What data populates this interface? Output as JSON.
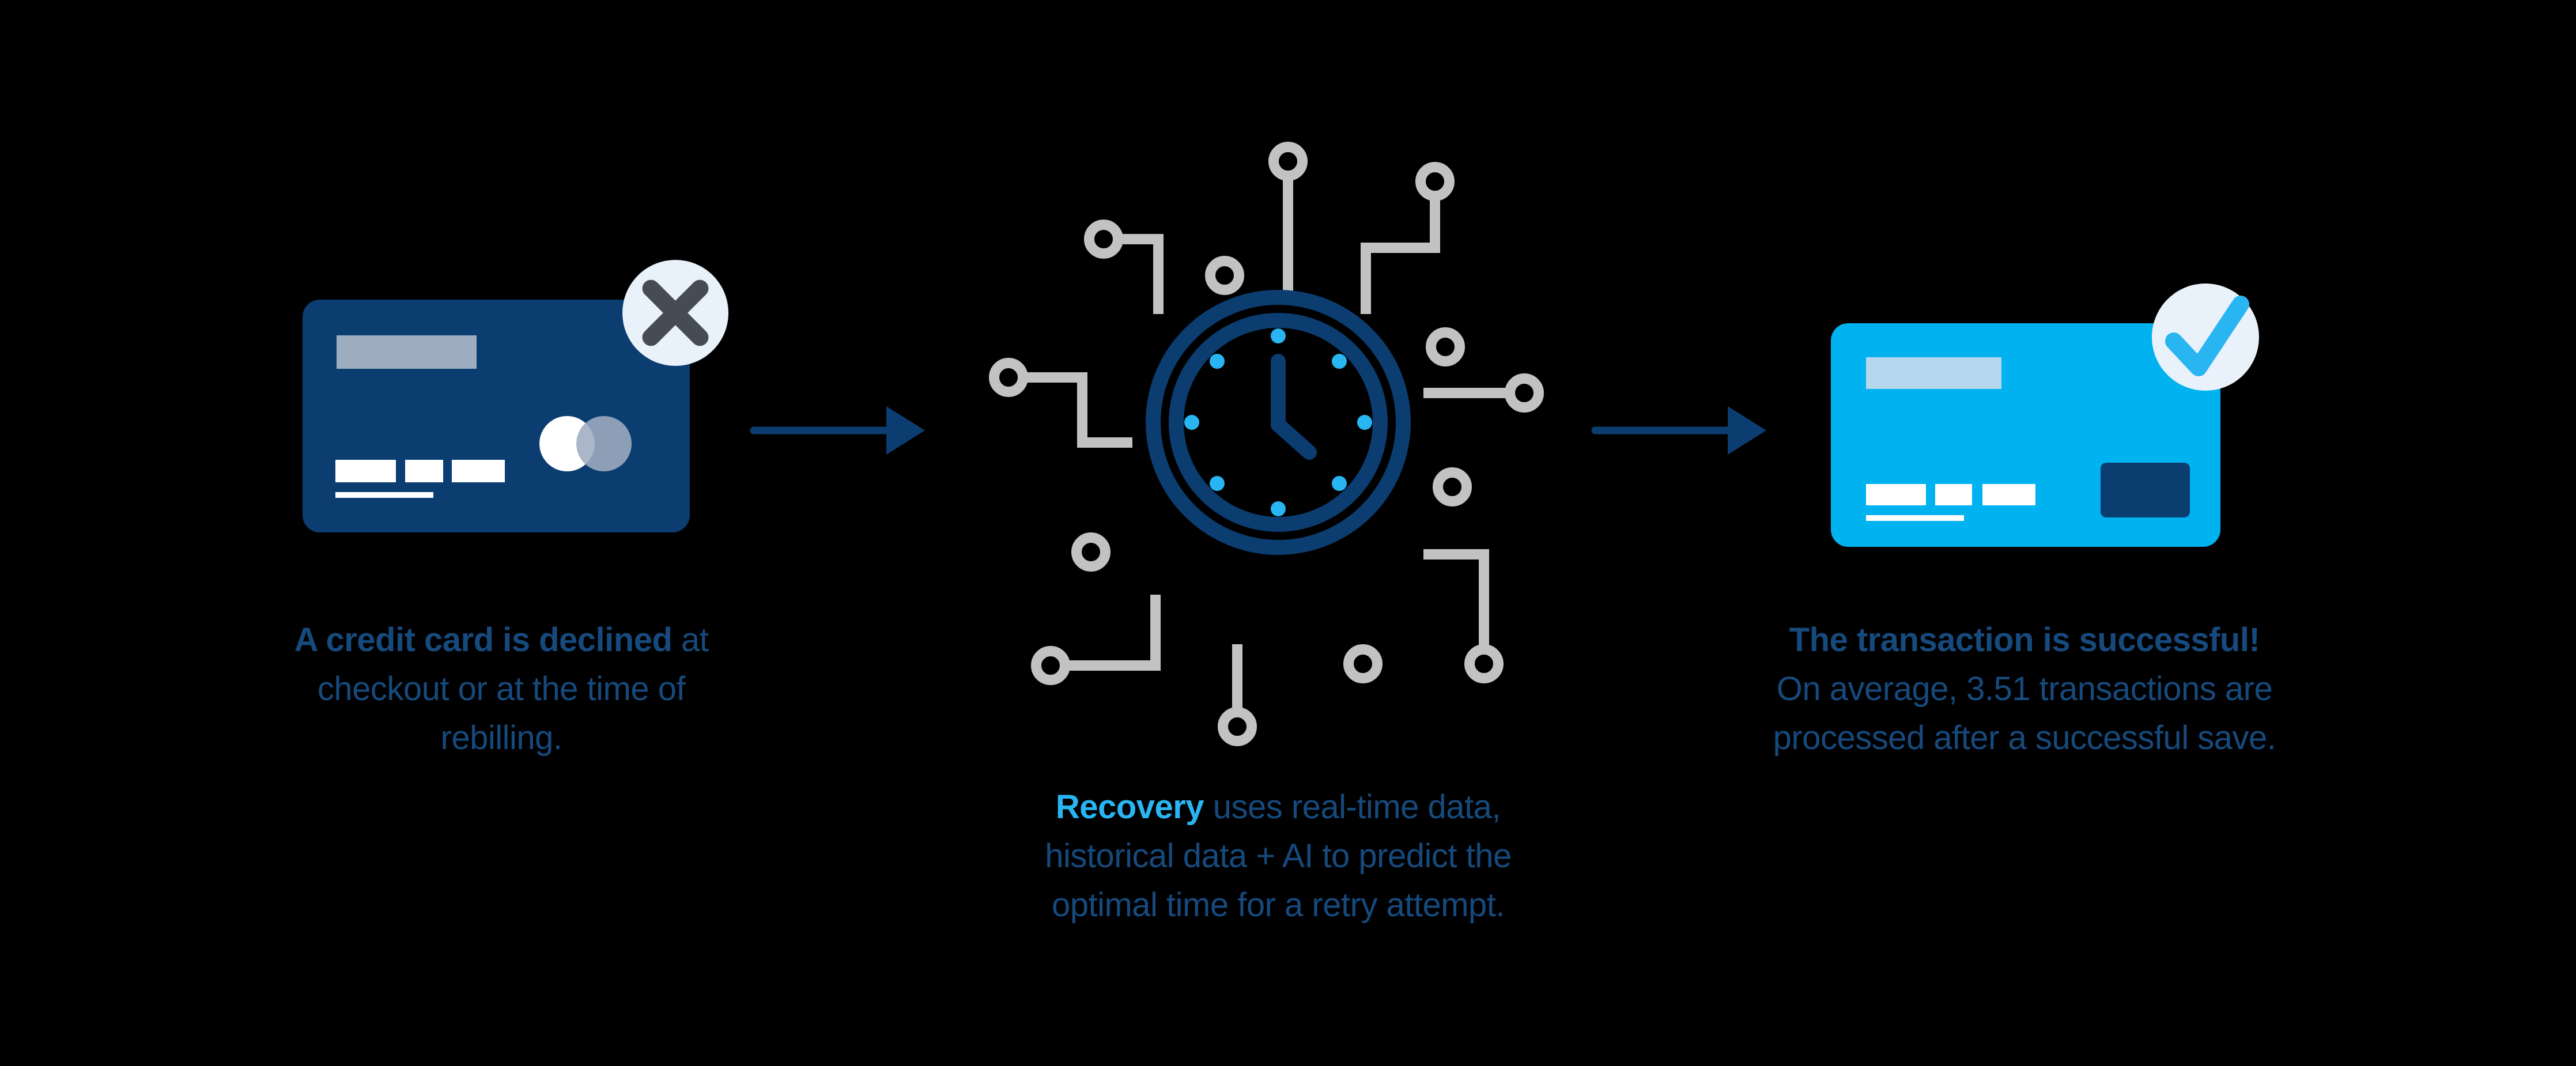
{
  "palette": {
    "bg": "#000000",
    "navy": "#0b3d70",
    "text_navy": "#164a7d",
    "cyan": "#00b2f0",
    "cyan_bright": "#29b5f2",
    "gray_circuit": "#c2c2c2",
    "label_gray": "#9fadc0",
    "label_lightblue": "#b5d7ed",
    "badge_bg": "#e9f2fb",
    "x_color": "#454c55",
    "white": "#ffffff"
  },
  "steps": {
    "declined": {
      "icon": "declined-card-with-x-icon",
      "heading_bold": "A credit card is declined",
      "heading_rest": " at",
      "line2": "checkout or at the time of",
      "line3": "rebilling."
    },
    "recovery": {
      "icon": "circuit-clock-icon",
      "clock_time": "5:00",
      "highlight": "Recovery",
      "line1_rest": " uses real-time data,",
      "line2": "historical data + AI to predict the",
      "line3": "optimal time for a retry attempt."
    },
    "success": {
      "icon": "success-card-with-check-icon",
      "heading_bold": "The transaction is successful!",
      "line2": "On average, 3.51 transactions are",
      "line3": "processed after a successful save."
    }
  },
  "connectors": {
    "icon": "right-arrow-icon"
  }
}
